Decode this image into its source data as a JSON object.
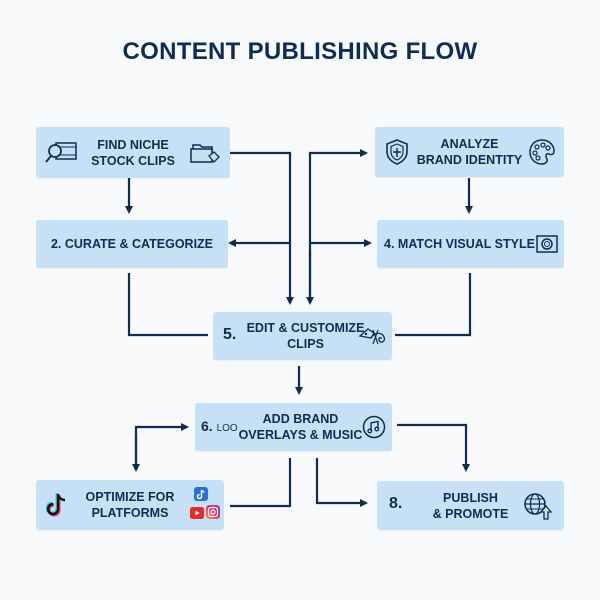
{
  "title": "CONTENT PUBLISHING FLOW",
  "colors": {
    "box_fill": "#c6e0f5",
    "text": "#0f2d52",
    "connector": "#0f2d52",
    "background": "#f7f9fb"
  },
  "steps": [
    {
      "id": 1,
      "number": "",
      "line1": "FIND NICHE",
      "line2": "STOCK CLIPS",
      "icons": [
        "magnifier-film-icon",
        "folders-icon"
      ]
    },
    {
      "id": 2,
      "number": "",
      "line1": "2. CURATE & CATEGORIZE",
      "line2": "",
      "icons": []
    },
    {
      "id": 3,
      "number": "",
      "line1": "ANALYZE",
      "line2": "BRAND IDENTITY",
      "icons": [
        "shield-icon",
        "palette-icon"
      ]
    },
    {
      "id": 4,
      "number": "",
      "line1": "4. MATCH VISUAL STYLE",
      "line2": "",
      "icons": [
        "camera-icon"
      ]
    },
    {
      "id": 5,
      "number": "5.",
      "line1": "EDIT & CUSTOMIZE",
      "line2": "CLIPS",
      "icons": [
        "chameleon-icon"
      ]
    },
    {
      "id": 6,
      "number": "6.",
      "extra": "LOO",
      "line1": "ADD BRAND",
      "line2": "OVERLAYS & MUSIC",
      "icons": [
        "music-note-icon"
      ]
    },
    {
      "id": 7,
      "number": "",
      "line1": "OPTIMIZE FOR",
      "line2": "PLATFORMS",
      "icons": [
        "tiktok-icon",
        "tiktok-app-icon",
        "youtube-icon",
        "instagram-icon"
      ]
    },
    {
      "id": 8,
      "number": "8.",
      "line1": "PUBLISH",
      "line2": "& PROMOTE",
      "icons": [
        "globe-upload-icon"
      ]
    }
  ]
}
